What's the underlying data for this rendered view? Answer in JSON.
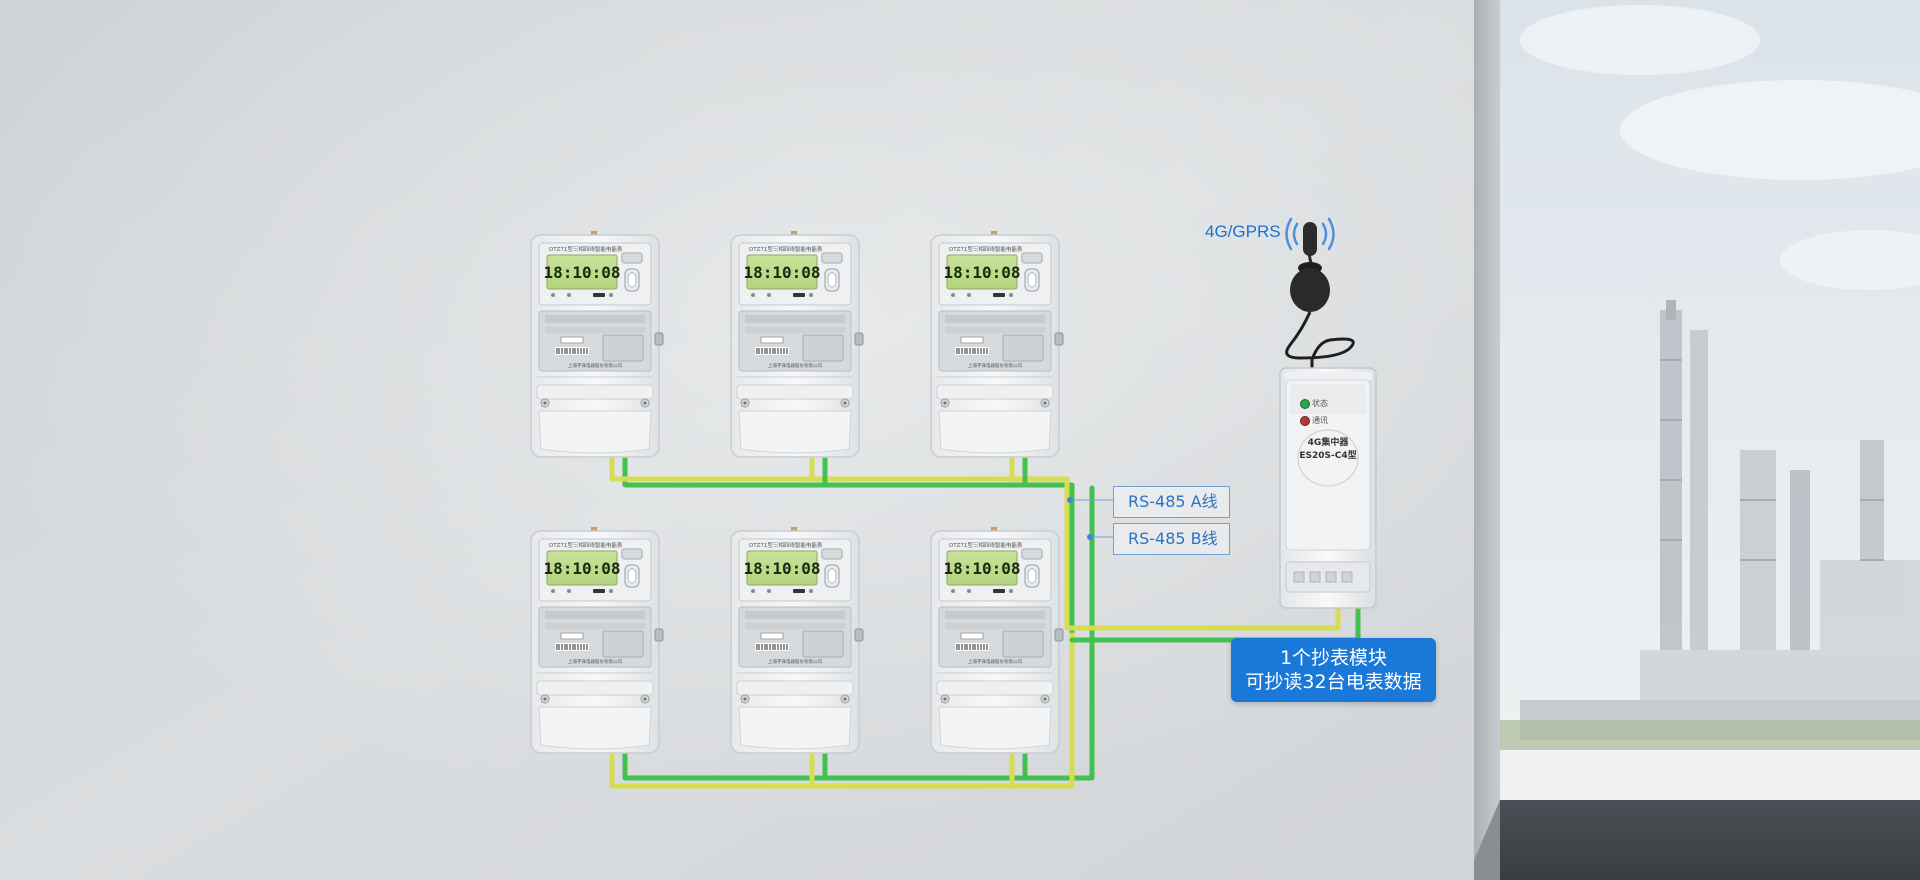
{
  "meter": {
    "display": "18:10:08",
    "model_line": "DTZ71型三相四线智能电能表",
    "manufacturer": "上海宇泽电器股份有限公司",
    "count": 6
  },
  "concentrator": {
    "led_status": "状态",
    "led_comm": "通讯",
    "name": "4G集中器",
    "model": "ES20S-C4型"
  },
  "antenna": {
    "label": "4G/GPRS"
  },
  "wires": {
    "a_label": "RS-485 A线",
    "b_label": "RS-485 B线",
    "a_color": "#d8dc52",
    "b_color": "#43c14f"
  },
  "callout": {
    "line1": "1个抄表模块",
    "line2": "可抄读32台电表数据",
    "bg": "#1a78d8"
  }
}
